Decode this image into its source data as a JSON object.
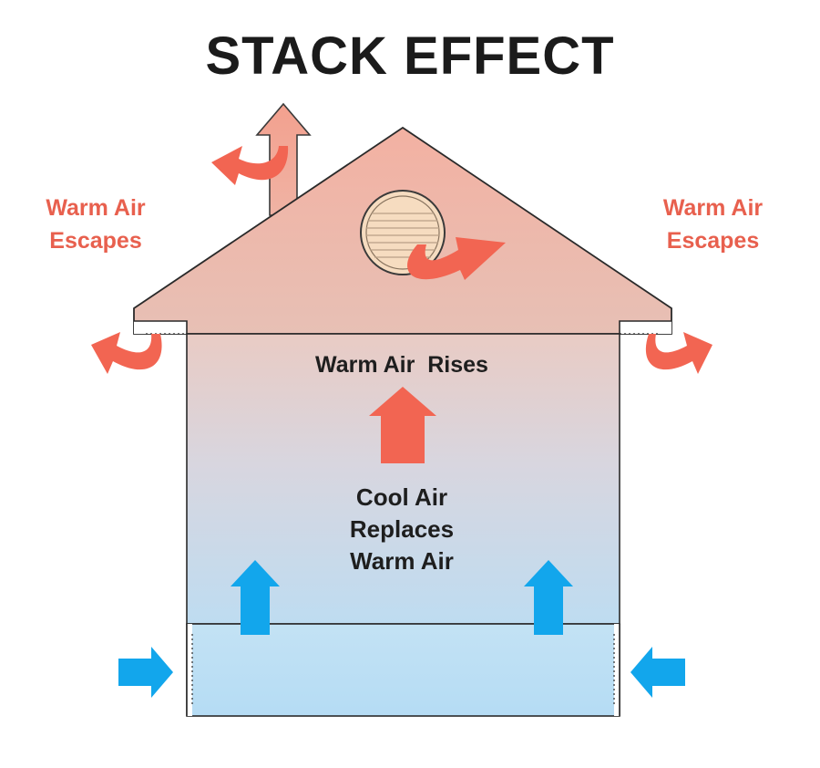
{
  "title": "STACK EFFECT",
  "labels": {
    "warm_escapes_left": [
      "Warm Air",
      "Escapes"
    ],
    "warm_escapes_right": [
      "Warm Air",
      "Escapes"
    ],
    "warm_rises": "Warm Air  Rises",
    "cool_replaces": [
      "Cool Air",
      "Replaces",
      "Warm Air"
    ]
  },
  "colors": {
    "warm_arrow": "#f26552",
    "cool_arrow": "#12a6ec",
    "label_warm": "#e8604e",
    "outline": "#2a2a2a",
    "roof_fill": "#efb6a6",
    "floor_fill": "#b9dff3",
    "vent_fill": "#f6dcc0"
  },
  "icons": [
    "curved-arrow-icon",
    "up-arrow-icon",
    "right-arrow-icon",
    "left-arrow-icon",
    "vent-icon",
    "chimney-icon"
  ]
}
